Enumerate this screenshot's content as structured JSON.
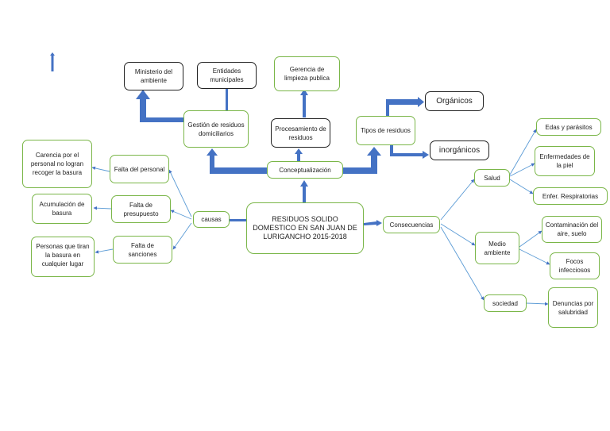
{
  "diagram": {
    "center": "RESIDUOS SOLIDO DOMESTICO EN SAN JUAN DE LURIGANCHO 2015-2018",
    "conceptualizacion": "Conceptualización",
    "gestion": "Gestión de residuos domiciliarios",
    "ministerio": "Ministerio del ambiente",
    "entidades": "Entidades municipales",
    "procesamiento": "Procesamiento de residuos",
    "gerencia": "Gerencia de limpieza publica",
    "tipos": "Tipos de residuos",
    "organicos": "Orgánicos",
    "inorganicos": "inorgánicos",
    "causas": "causas",
    "falta_personal": "Falta del personal",
    "falta_presupuesto": "Falta de presupuesto",
    "falta_sanciones": "Falta de sanciones",
    "carencia": "Carencia por el personal no logran recoger la basura",
    "acumulacion": "Acumulación de basura",
    "personas": "Personas que tiran la basura en cualquier lugar",
    "consecuencias": "Consecuencias",
    "salud": "Salud",
    "medio": "Medio ambiente",
    "sociedad": "sociedad",
    "edas": "Edas y parásitos",
    "enfermedades": "Enfermedades de la piel",
    "respiratorias": "Enfer. Respiratorias",
    "contaminacion": "Contaminación del aire, suelo",
    "focos": "Focos infecciosos",
    "denuncias": "Denuncias por salubridad"
  },
  "colors": {
    "arrow": "#4472c4",
    "thin_line": "#5b9bd5",
    "green_border": "#7ab648",
    "black_border": "#222222"
  }
}
